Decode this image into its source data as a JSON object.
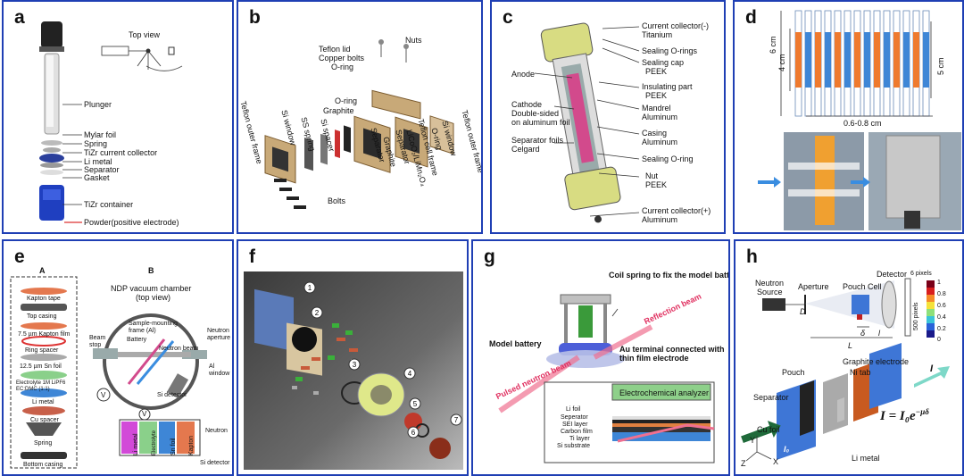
{
  "colors": {
    "frame": "#1f3fb4",
    "orange": "#ef7a2e",
    "blue": "#3e86d6",
    "tan": "#c8a978",
    "olive": "#d8dc82",
    "red": "#c02020",
    "dark": "#222222"
  },
  "a": {
    "label": "a",
    "top_view": "Top view",
    "parts": [
      "Plunger",
      "Mylar foil",
      "Spring",
      "TiZr current collector",
      "Li metal",
      "Separator",
      "Gasket",
      "TiZr container",
      "Powder(positive electrode)"
    ]
  },
  "b": {
    "label": "b",
    "top_labels": [
      "Nuts",
      "Teflon lid",
      "Copper bolts",
      "O-ring",
      "O-ring",
      "Graphite"
    ],
    "rot_labels": [
      "Teflon outer frame",
      "Si window",
      "SS spring",
      "Si spacer",
      "Separator",
      "Graphite",
      "Separator",
      "LiCoO₂/LiMn₂O₄",
      "Teflon cell frame",
      "O-ring",
      "Si window",
      "Teflon outer frame"
    ],
    "bolts": "Bolts"
  },
  "c": {
    "label": "c",
    "right": [
      [
        "Current collector(-)",
        "Titanium"
      ],
      [
        "Sealing O-rings",
        ""
      ],
      [
        "Sealing cap",
        "PEEK"
      ],
      [
        "Insulating part",
        "PEEK"
      ],
      [
        "Mandrel",
        "Aluminum"
      ],
      [
        "Casing",
        "Aluminum"
      ],
      [
        "Sealing O-ring",
        ""
      ],
      [
        "Nut",
        "PEEK"
      ],
      [
        "Current collector(+)",
        "Aluminum"
      ]
    ],
    "left": [
      "Anode",
      "Cathode",
      "Double-sided",
      "on aluminum foil",
      "Separator foils",
      "Celgard"
    ]
  },
  "d": {
    "label": "d",
    "dims": [
      "6 cm",
      "4 cm",
      "5 cm",
      "0.6-0.8 cm"
    ]
  },
  "e": {
    "label": "e",
    "col_a": "A",
    "col_b": "B",
    "stack": [
      "Kapton tape",
      "Top casing",
      "7.5 µm Kapton film",
      "Ring spacer",
      "12.5 µm Sn foil",
      "Electrolyte 1M LiPF6 EC:DMC (1:1)",
      "Li metal",
      "Cu spacer",
      "Spring",
      "Bottom casing"
    ],
    "chamber": [
      "NDP vacuum chamber",
      "(top view)"
    ],
    "inner": [
      "Sample-mounting",
      "frame (Al)",
      "Battery",
      "Neutron beam",
      "Si detector",
      "Beam",
      "stop",
      "Neutron",
      "aperture",
      "Al",
      "window",
      "V"
    ],
    "cell": [
      "Li metal",
      "Electrolyte",
      "Sn foil",
      "Kapton",
      "Neutron",
      "Si detector",
      "V"
    ]
  },
  "f": {
    "label": "f",
    "nums": [
      "1",
      "2",
      "3",
      "4",
      "5",
      "6",
      "7"
    ]
  },
  "g": {
    "label": "g",
    "labels": [
      "Coil spring to fix the model battery",
      "Reflection beam",
      "Model battery",
      "Au terminal connected with",
      "thin film electrode",
      "Pulsed neutron beam",
      "Electrochemical analyzer",
      "Li foil",
      "Seperator",
      "SEI layer",
      "Carbon film",
      "Ti layer",
      "Si substrate"
    ]
  },
  "h": {
    "label": "h",
    "top": [
      "Neutron",
      "Source",
      "Aperture",
      "D",
      "Pouch Cell",
      "Detector",
      "6 pixels",
      "500 pixels",
      "L",
      "l",
      "δ"
    ],
    "scale": [
      "1",
      "0.8",
      "0.6",
      "0.4",
      "0.2",
      "0"
    ],
    "bottom": [
      "Graphite electrode",
      "Pouch",
      "Ni tab",
      "Separator",
      "Cu foil",
      "Li metal",
      "I",
      "I₀",
      "Y",
      "X",
      "Z"
    ],
    "equation": "I = I₀e",
    "exponent": "−µδ"
  }
}
